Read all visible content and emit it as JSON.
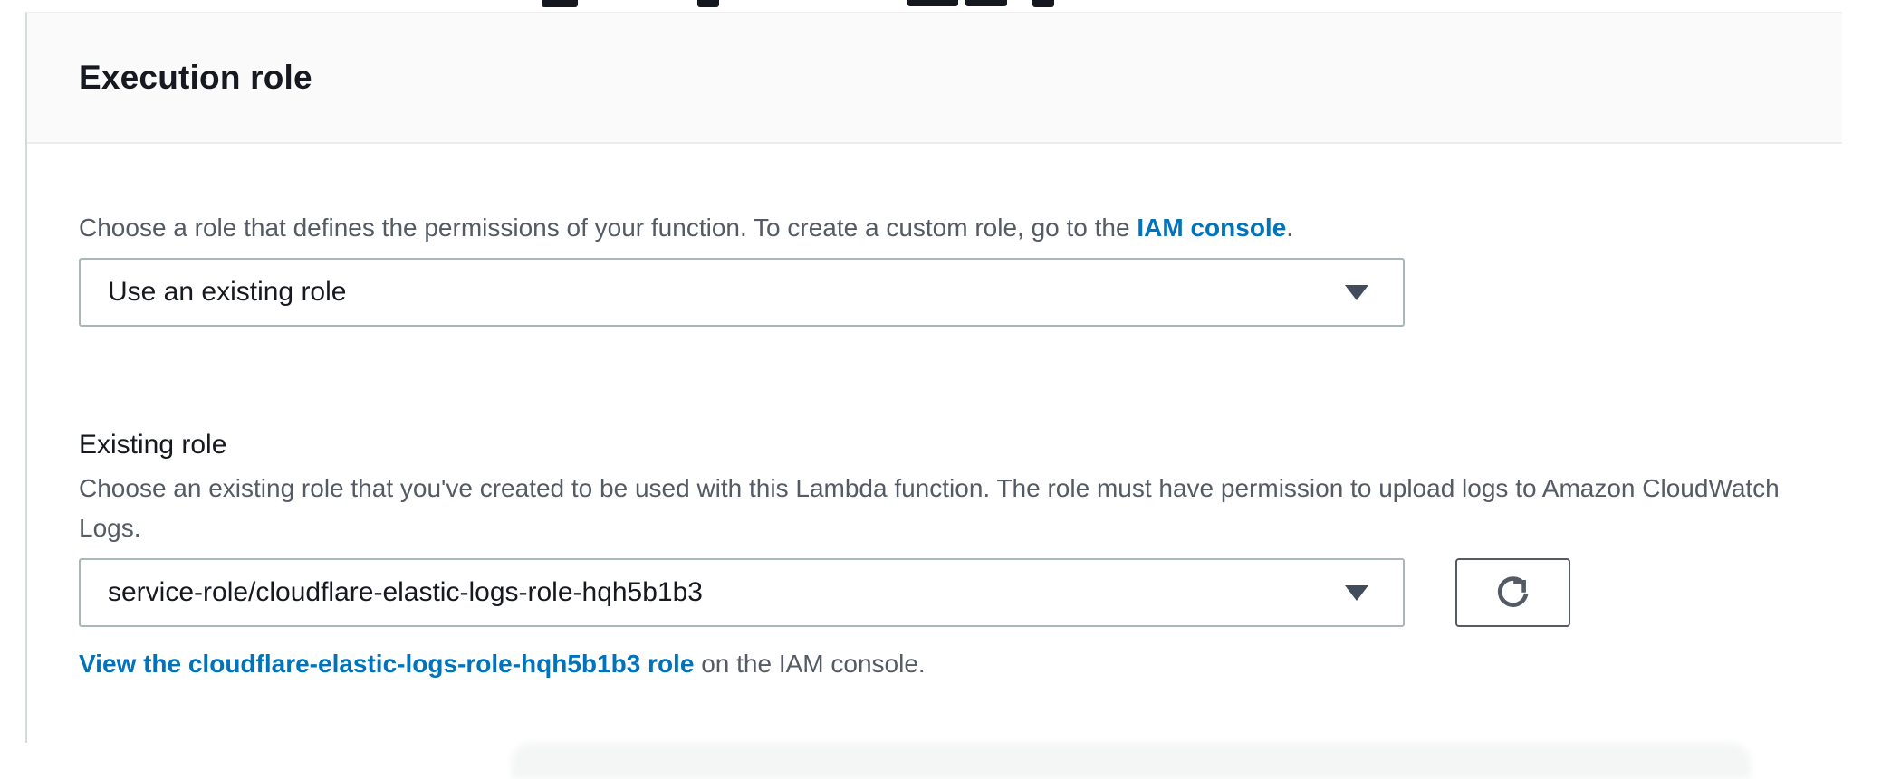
{
  "panel": {
    "title": "Execution role",
    "description": {
      "text_before_link": "Choose a role that defines the permissions of your function. To create a custom role, go to the ",
      "link_text": "IAM console",
      "text_after_link": "."
    },
    "role_type_select": {
      "value": "Use an existing role"
    },
    "existing_role": {
      "label": "Existing role",
      "help_text": "Choose an existing role that you've created to be used with this Lambda function. The role must have permission to upload logs to Amazon CloudWatch Logs.",
      "select_value": "service-role/cloudflare-elastic-logs-role-hqh5b1b3"
    },
    "view_role_link": {
      "link_text": "View the cloudflare-elastic-logs-role-hqh5b1b3 role",
      "suffix_text": " on the IAM console."
    }
  },
  "colors": {
    "heading_text": "#16191f",
    "body_text": "#545b64",
    "link_blue": "#0073bb",
    "input_border": "#aab7b8",
    "button_border": "#545b64",
    "header_bg": "#fafafa",
    "divider": "#eaeded",
    "card_left_border": "#d5dbdb"
  }
}
